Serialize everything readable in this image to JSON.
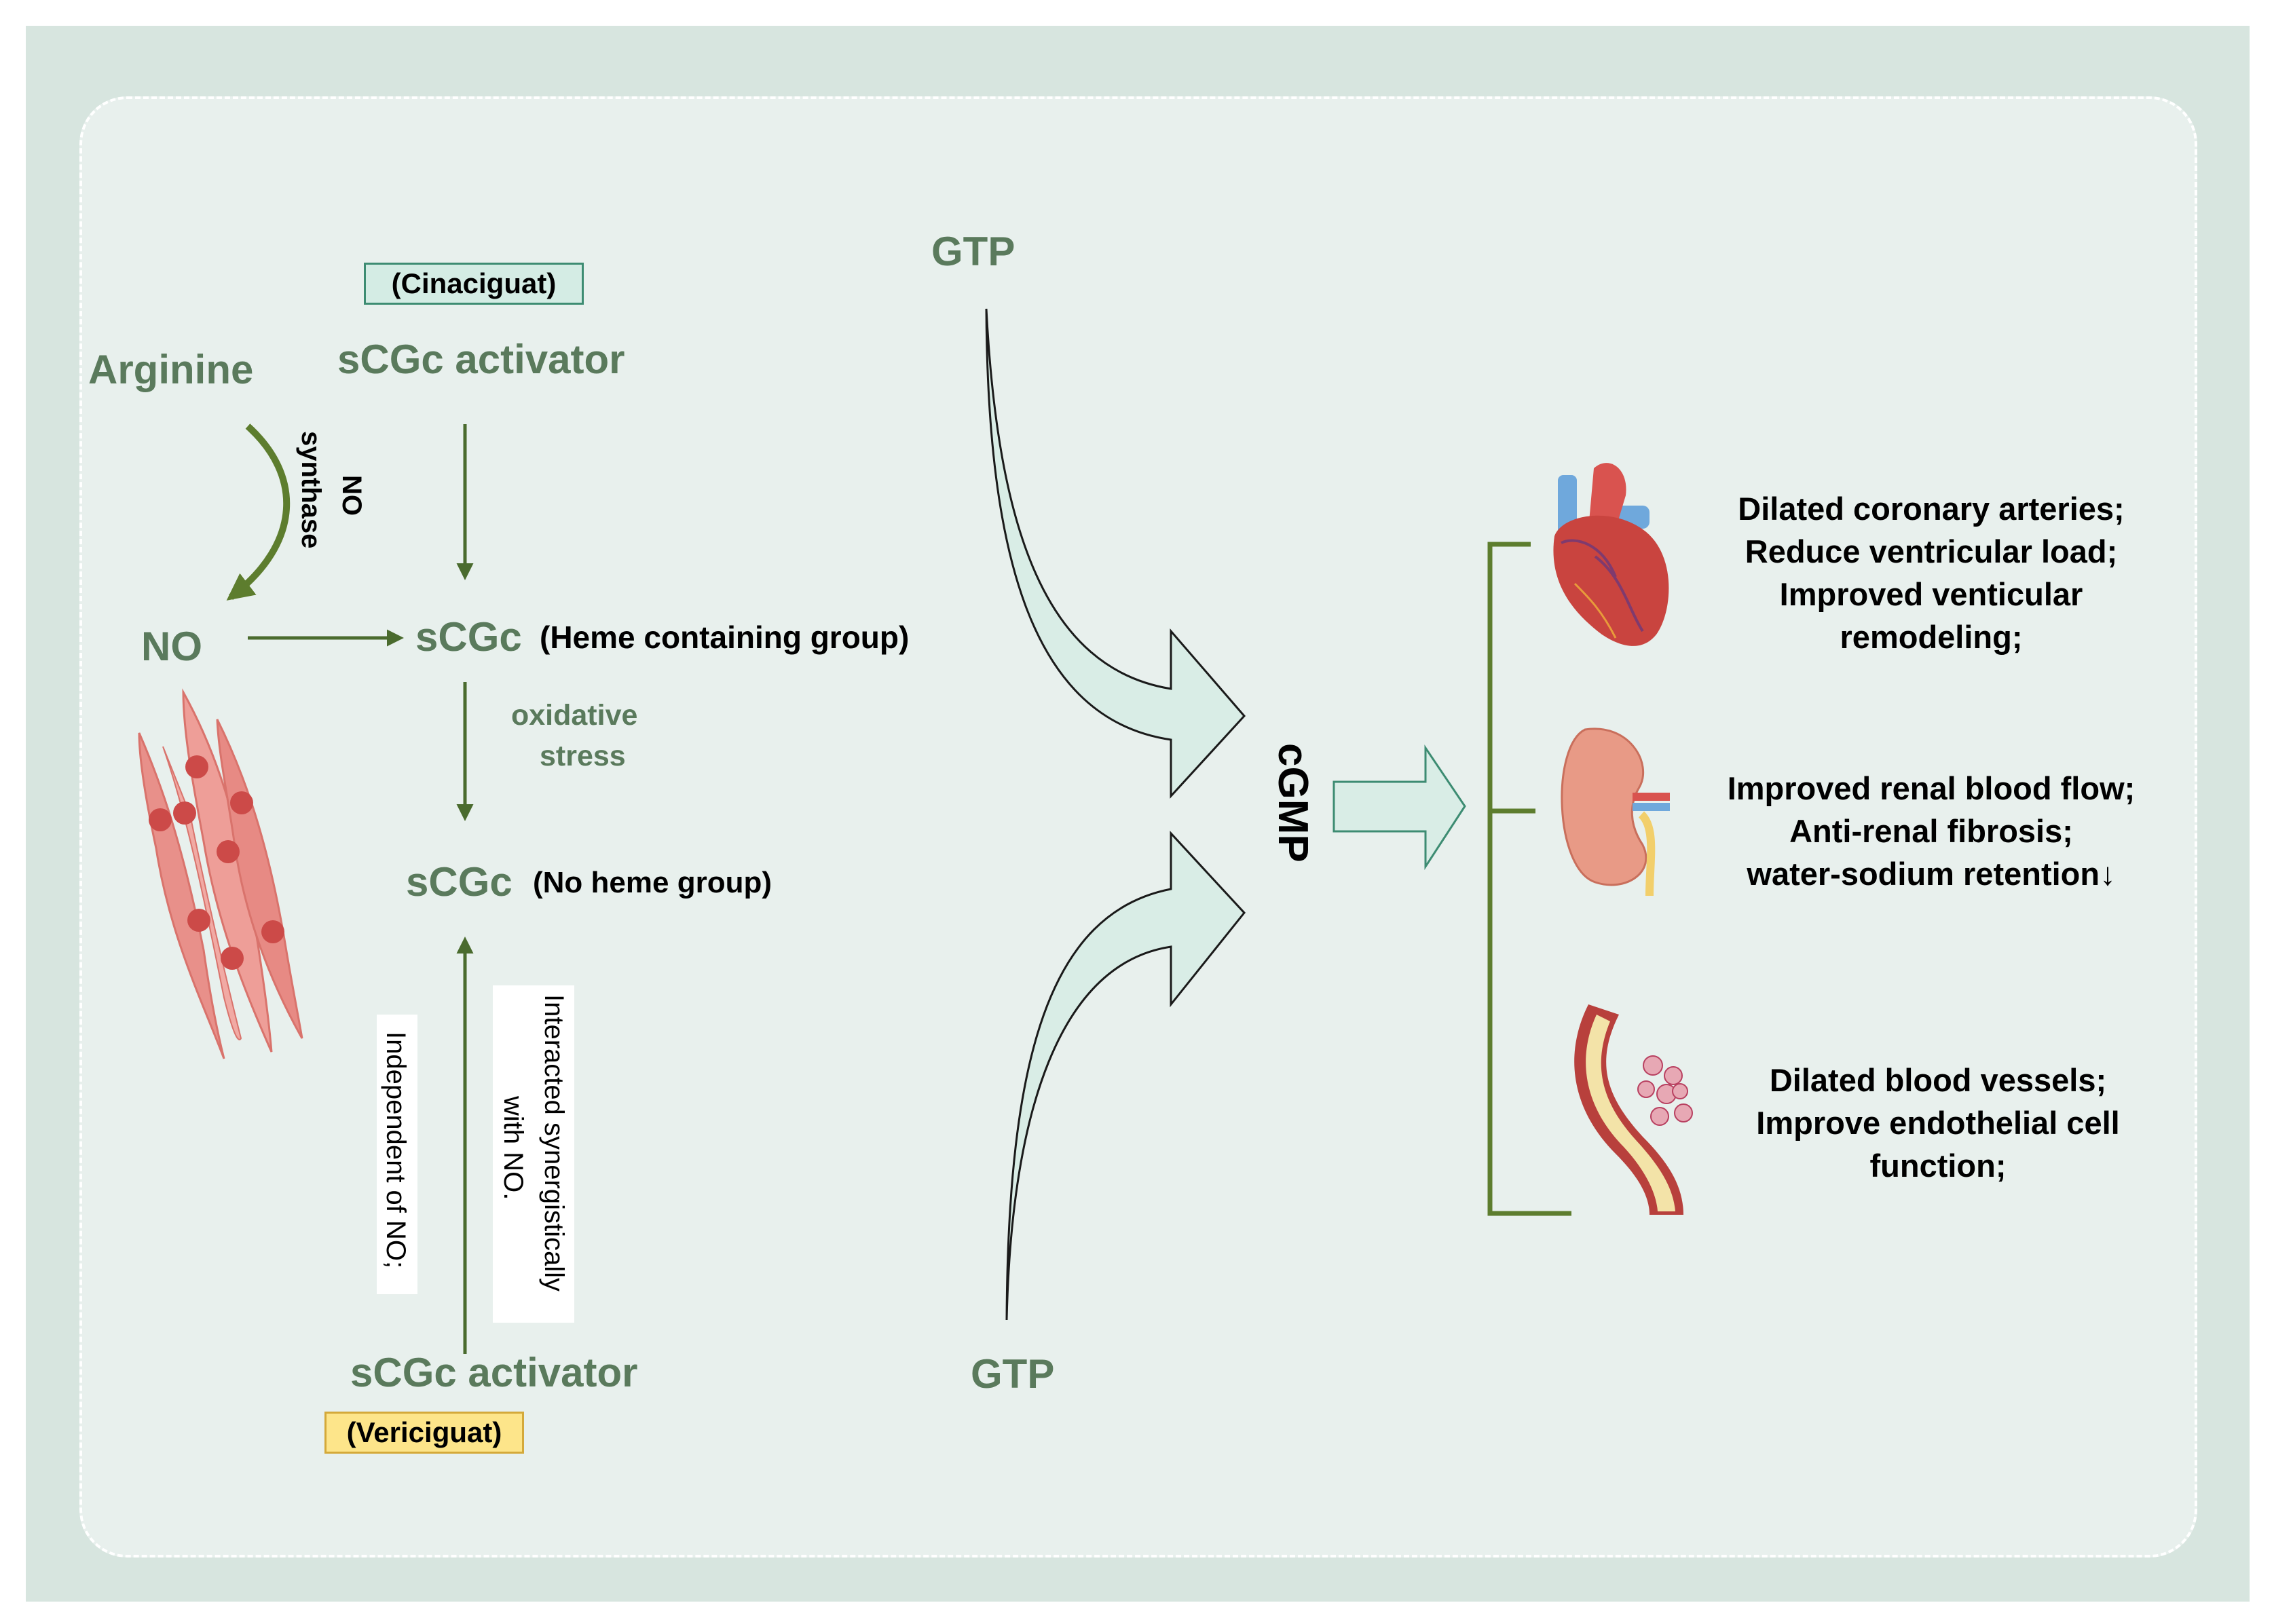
{
  "labels": {
    "arginine": "Arginine",
    "no": "NO",
    "no_synthase_line1": "NO",
    "no_synthase_line2": "synthase",
    "activator_top": "sCGc activator",
    "cinaciguat": "(Cinaciguat)",
    "sgc_heme": "sCGc",
    "heme_note": "(Heme containing group)",
    "oxidative_line1": "oxidative",
    "oxidative_line2": "stress",
    "sgc_noheme": "sCGc",
    "noheme_note": "(No heme group)",
    "independent": "Independent of NO;",
    "interacted_line1": "Interacted synergistically",
    "interacted_line2": "with NO.",
    "activator_bottom": "sCGc activator",
    "vericiguat": "(Vericiguat)",
    "gtp_top": "GTP",
    "gtp_bottom": "GTP",
    "cgmp": "cGMP"
  },
  "effects": {
    "heart": [
      "Dilated coronary arteries;",
      "Reduce ventricular load;",
      "Improved venticular",
      "remodeling;"
    ],
    "kidney": [
      "Improved renal blood flow;",
      "Anti-renal fibrosis;",
      "water-sodium retention↓"
    ],
    "vessel": [
      "Dilated blood vessels;",
      "Improve endothelial cell",
      "function;"
    ]
  },
  "colors": {
    "frame": "#d7e5df",
    "panel": "#e8f0ed",
    "label_green": "#5a7a5c",
    "arrow_green": "#4a6b2e",
    "block_arrow_fill": "#d9ede6",
    "cinaciguat_box": "#d4ece4",
    "vericiguat_box": "#fde58a"
  },
  "icons": [
    "smooth-muscle-cells-icon",
    "heart-icon",
    "kidney-icon",
    "blood-vessel-icon"
  ]
}
